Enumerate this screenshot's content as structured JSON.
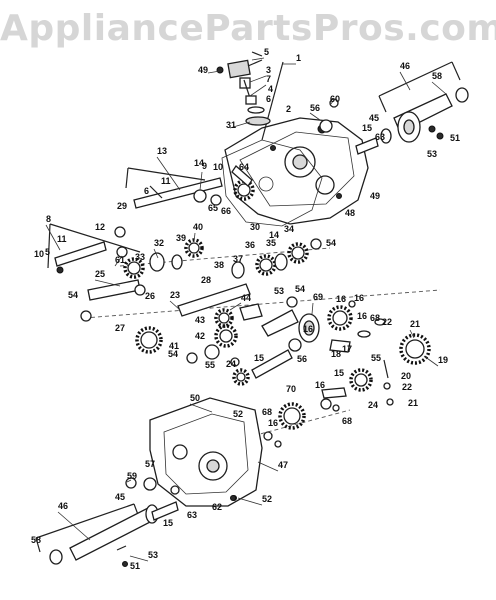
{
  "watermark": "AppliancePartsPros.com",
  "callouts": [
    "1",
    "2",
    "3",
    "4",
    "5",
    "6",
    "7",
    "8",
    "9",
    "10",
    "11",
    "12",
    "13",
    "14",
    "15",
    "16",
    "17",
    "18",
    "19",
    "20",
    "21",
    "22",
    "23",
    "24",
    "25",
    "26",
    "27",
    "28",
    "29",
    "30",
    "31",
    "32",
    "33",
    "34",
    "35",
    "36",
    "37",
    "38",
    "39",
    "40",
    "41",
    "42",
    "43",
    "44",
    "45",
    "46",
    "47",
    "48",
    "49",
    "50",
    "51",
    "52",
    "53",
    "54",
    "55",
    "56",
    "57",
    "58",
    "59",
    "60",
    "61",
    "62",
    "63",
    "64",
    "65",
    "66",
    "67",
    "68",
    "69",
    "70",
    "71",
    "72"
  ]
}
